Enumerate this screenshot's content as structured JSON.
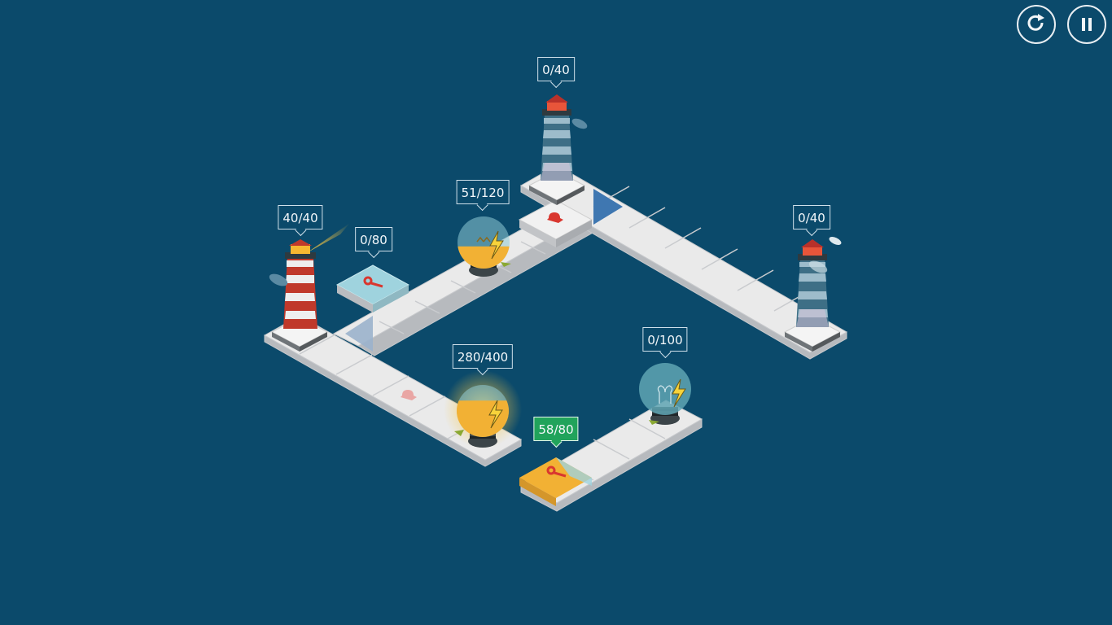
{
  "hud": {
    "restart": {
      "icon": "restart-icon"
    },
    "pause": {
      "icon": "pause-icon"
    }
  },
  "colors": {
    "background": "#0b4a6b",
    "tile_top": "#e9e9e9",
    "tile_side": "#b9bcc0",
    "lit_tower_red": "#c0392b",
    "dark_tower": "#3e6f86",
    "bulb_yellow": "#f2b134",
    "bulb_empty": "#6fb3c2",
    "active_label": "#21a35b",
    "key_red": "#d9372f"
  },
  "lighthouses": [
    {
      "id": "lighthouse-west",
      "label": "40/40",
      "lit": true
    },
    {
      "id": "lighthouse-north",
      "label": "0/40",
      "lit": false
    },
    {
      "id": "lighthouse-east",
      "label": "0/40",
      "lit": false
    }
  ],
  "bulbs": [
    {
      "id": "bulb-upper",
      "label": "51/120",
      "fill": 0.425
    },
    {
      "id": "bulb-lower",
      "label": "280/400",
      "fill": 0.7
    },
    {
      "id": "bulb-right",
      "label": "0/100",
      "fill": 0.0
    }
  ],
  "keys": [
    {
      "id": "key-tile-west",
      "label": "0/80",
      "active": false
    },
    {
      "id": "key-tile-south",
      "label": "58/80",
      "active": true
    }
  ],
  "locks": [
    {
      "id": "lock-north"
    },
    {
      "id": "lock-south"
    }
  ]
}
